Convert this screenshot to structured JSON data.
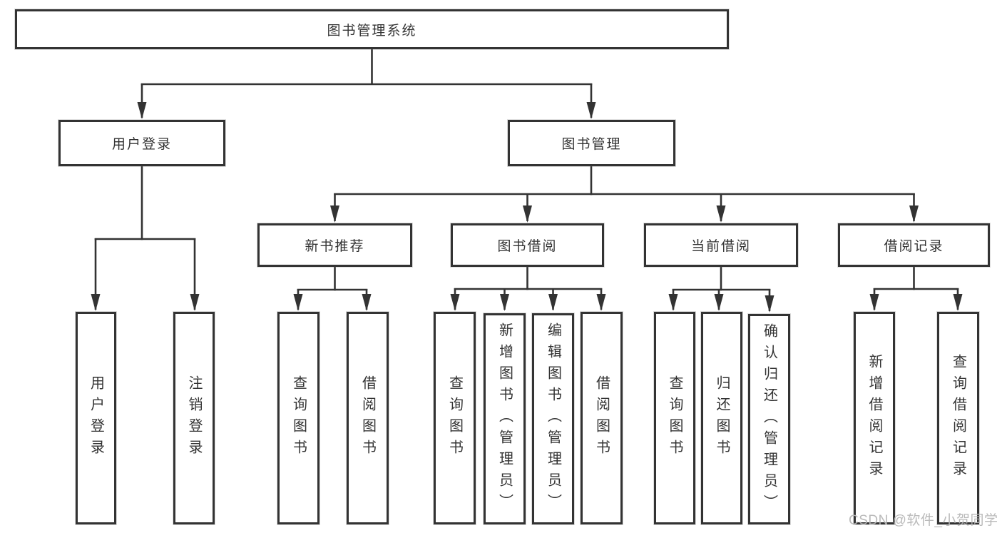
{
  "tree": {
    "root": {
      "label": "图书管理系统"
    },
    "branches": [
      {
        "label": "用户登录",
        "children": [
          "用户登录",
          "注销登录"
        ]
      },
      {
        "label": "图书管理",
        "sections": [
          {
            "label": "新书推荐",
            "children": [
              "查询图书",
              "借阅图书"
            ]
          },
          {
            "label": "图书借阅",
            "children": [
              "查询图书",
              "新增图书（管理员）",
              "编辑图书（管理员）",
              "借阅图书"
            ]
          },
          {
            "label": "当前借阅",
            "children": [
              "查询图书",
              "归还图书",
              "确认归还（管理员）"
            ]
          },
          {
            "label": "借阅记录",
            "children": [
              "新增借阅记录",
              "查询借阅记录"
            ]
          }
        ]
      }
    ]
  },
  "watermark": "CSDN @软件_小贺同学",
  "colors": {
    "line": "#333333",
    "box_border": "#333333",
    "text": "#333333",
    "watermark": "#b6b6b6",
    "background": "#ffffff"
  }
}
